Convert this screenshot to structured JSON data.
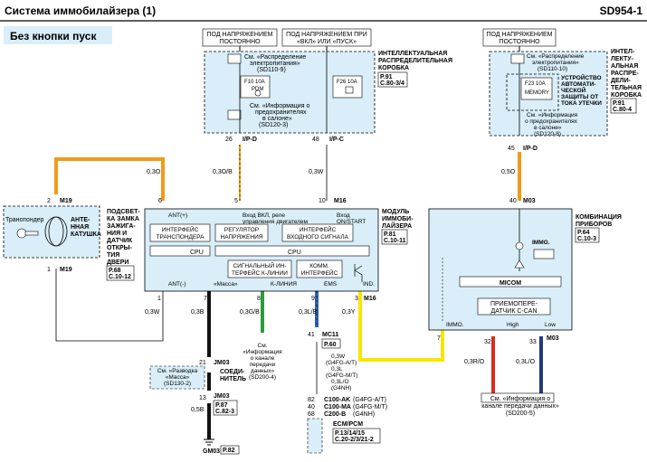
{
  "header": {
    "title": "Система иммобилайзера (1)",
    "code": "SD954-1",
    "subtitle": "Без кнопки пуск"
  },
  "power_labels": {
    "hot_always_1": "ПОД НАПРЯЖЕНИЕМ",
    "hot_always_2": "ПОСТОЯННО",
    "hot_on_start_1": "ПОД НАПРЯЖЕНИЕМ ПРИ",
    "hot_on_start_2": "«ВКЛ» ИЛИ «ПУСК»",
    "hot_always_r1": "ПОД НАПРЯЖЕНИЕМ",
    "hot_always_r2": "ПОСТОЯННО"
  },
  "junction_box": {
    "title_1": "ИНТЕЛЛЕКТУАЛЬНАЯ",
    "title_2": "РАСПРЕДЕЛИТЕЛЬНАЯ",
    "title_3": "КОРОБКА",
    "ref_1": "P.91",
    "ref_2": "C.80-3/4",
    "see_power_1": "См. «Распределение",
    "see_power_2": "электропитания»",
    "see_power_3": "(SD110-9)",
    "fuse1_1": "F10 10A",
    "fuse1_2": "PDM",
    "fuse2": "F26 10A",
    "see_fuse_1": "См. «Информация о",
    "see_fuse_2": "предохранителях",
    "see_fuse_3": "в салоне»",
    "see_fuse_4": "(SD120-3)",
    "pin_a": "26",
    "conn_a": "I/P-D",
    "pin_b": "48",
    "conn_b": "I/P-C"
  },
  "right_box": {
    "title_1": "ИНТЕЛ-",
    "title_2": "ЛЕКТУ-",
    "title_3": "АЛЬНАЯ",
    "title_4": "РАСПРЕ-",
    "title_5": "ДЕЛИ-",
    "title_6": "ТЕЛЬНАЯ",
    "title_7": "КОРОБКА",
    "ref_1": "P.91",
    "ref_2": "C.80-4",
    "see_power_1": "См. «Распределение",
    "see_power_2": "электропитания»",
    "see_power_3": "(SD110-10)",
    "fuse_1": "F23 10A",
    "fuse_2": "MEMORY",
    "relay_1": "УСТРОЙСТВО",
    "relay_2": "АВТОМАТИ-",
    "relay_3": "ЧЕСКОЙ",
    "relay_4": "ЗАЩИТЫ ОТ",
    "relay_5": "ТОКА УТЕЧКИ",
    "see_fuse_1": "См. «Информация",
    "see_fuse_2": "о предохранителях",
    "see_fuse_3": "в салоне»",
    "see_fuse_4": "(SD120-8)",
    "pin": "45",
    "conn": "I/P-D"
  },
  "wires": {
    "w1": "0,3O",
    "w2": "0,3O/B",
    "w3": "0,3W",
    "w4": "0,5O",
    "w5": "0,3W",
    "w6": "0,3B",
    "w7": "0,3G/B",
    "w8": "0,3L/B",
    "w9": "0,3Y",
    "w10": "0,3R/O",
    "w11": "0,3L/O",
    "w12": "0,5B"
  },
  "immo_module": {
    "title_1": "МОДУЛЬ",
    "title_2": "ИММОБИ-",
    "title_3": "ЛАЙЗЕРА",
    "ref_1": "P.81",
    "ref_2": "C.10-11",
    "conn": "M16",
    "pin_6": "6",
    "pin_5": "5",
    "pin_10": "10",
    "ant_plus": "ANT(+)",
    "ant_minus": "ANT(-)",
    "relay_1": "Вход ВКЛ, реле",
    "relay_2": "управления двигателем",
    "start_1": "Вход",
    "start_2": "ON/START",
    "blk_transponder_1": "ИНТЕРФЕЙС",
    "blk_transponder_2": "ТРАНСПОНДЕРА",
    "blk_regulator_1": "РЕГУЛЯТОР",
    "blk_regulator_2": "НАПРЯЖЕНИЯ",
    "blk_input_1": "ИНТЕРФЕЙС",
    "blk_input_2": "ВХОДНОГО СИГНАЛА",
    "cpu1": "CPU",
    "cpu2": "CPU",
    "blk_kline_1": "СИГНАЛЬНЫЙ ИН-",
    "blk_kline_2": "ТЕРФЕЙС К-ЛИНИИ",
    "blk_comm_1": "КОММ.",
    "blk_comm_2": "ИНТЕРФЕЙС",
    "lbl_mass": "«Масса»",
    "lbl_kline": "К-ЛИНИЯ",
    "lbl_ems": "EMS",
    "lbl_ind": "IND.",
    "pin_1": "1",
    "pin_7": "7",
    "pin_8": "8",
    "pin_9": "9",
    "pin_3": "3"
  },
  "antenna": {
    "conn_top": "M19",
    "conn_bot": "M19",
    "pin_top": "2",
    "pin_bot": "1",
    "transponder": "Транспондер",
    "title_1": "ПОДСВЕТ-",
    "title_2": "КА ЗАМКА",
    "title_3": "ЗАЖИГА-",
    "title_4": "НИЯ И",
    "title_5": "ДАТЧИК",
    "title_6": "ОТКРЫ-",
    "title_7": "ТИЯ",
    "title_8": "ДВЕРИ",
    "ant_1": "АНТЕ-",
    "ant_2": "ННАЯ",
    "ant_3": "КАТУШКА",
    "ref_1": "P.68",
    "ref_2": "C.10-12"
  },
  "cluster": {
    "title_1": "КОМБИНАЦИЯ",
    "title_2": "ПРИБОРОВ",
    "ref_1": "P.64",
    "ref_2": "C.10-3",
    "conn": "M03",
    "pin_40": "40",
    "immo": "IMMO.",
    "micom": "MICOM",
    "can_1": "ПРИЕМОПЕРЕ-",
    "can_2": "ДАТЧИК С-CAN",
    "immo_pin": "IMMO.",
    "high": "High",
    "low": "Low",
    "pin_7": "7",
    "pin_32": "32",
    "pin_33": "33",
    "conn_b": "M03",
    "see_can_1": "См. «Информация о",
    "see_can_2": "канале передачи данных»",
    "see_can_3": "(SD200-5)"
  },
  "ground": {
    "see_1": "См. «Разводка",
    "see_2": "«Масса»",
    "see_3": "(SD130-2)",
    "pin_21": "21",
    "conn_jm03a": "JM03",
    "joint_1": "СОЕДИ-",
    "joint_2": "НИТЕЛЬ",
    "ref_1": "P.87",
    "ref_2": "C.82-3",
    "pin_13": "13",
    "conn_jm03b": "JM03",
    "gnd": "GM03",
    "gnd_ref": "P.82"
  },
  "kline": {
    "see_1": "См.",
    "see_2": "«Информация",
    "see_3": "о канале",
    "see_4": "передачи",
    "see_5": "данных»",
    "see_6": "(SD200-4)"
  },
  "ecm": {
    "pin_41": "41",
    "conn_mc11": "MC11",
    "ref_mc11": "P.60",
    "wire_1": "0,3W",
    "wire_1b": "(G4FG-A/T)",
    "wire_2": "0,3L",
    "wire_2b": "(G4FG-M/T)",
    "wire_3": "0,3L/O",
    "wire_3b": "(G4NH)",
    "pin_82": "82",
    "pin_40": "40",
    "pin_68": "68",
    "c1": "C100-AK",
    "c1b": "(G4FG-A/T)",
    "c2": "C100-MA",
    "c2b": "(G4FG-M/T)",
    "c3": "C200-B",
    "c3b": "(G4NH)",
    "title": "ECM/PCM",
    "ref_1": "P.13/14/15",
    "ref_2": "C.20-2/3/21-2"
  },
  "colors": {
    "box_fill": "#d9eef8",
    "orange": "#f29a1a",
    "yellow": "#f7e600",
    "black_wire": "#111111",
    "green": "#2e9b3a",
    "blue": "#2b63b5",
    "red": "#d92a1e",
    "navy": "#233a7a"
  }
}
